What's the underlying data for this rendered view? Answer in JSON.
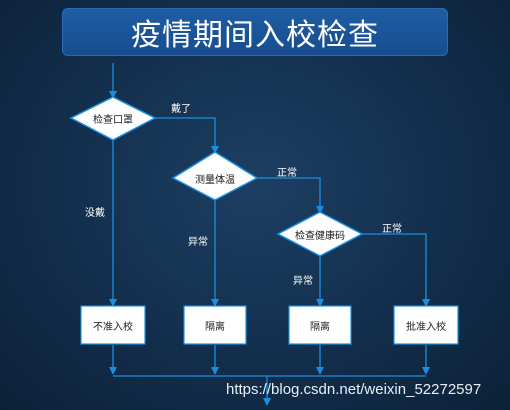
{
  "title": "疫情期间入校检查",
  "nodes": {
    "check_mask": "检查口罩",
    "measure_temp": "测量体温",
    "check_health_code": "检查健康码",
    "deny_entry": "不准入校",
    "isolate_1": "隔离",
    "isolate_2": "隔离",
    "approve_entry": "批准入校"
  },
  "edges": {
    "wearing": "戴了",
    "not_wearing": "没戴",
    "temp_normal": "正常",
    "temp_abnormal": "异常",
    "code_normal": "正常",
    "code_abnormal": "异常"
  },
  "colors": {
    "line": "#1a8fe0",
    "node_fill": "#ffffff",
    "banner": "#1f5da4"
  },
  "watermark": "https://blog.csdn.net/weixin_52272597"
}
